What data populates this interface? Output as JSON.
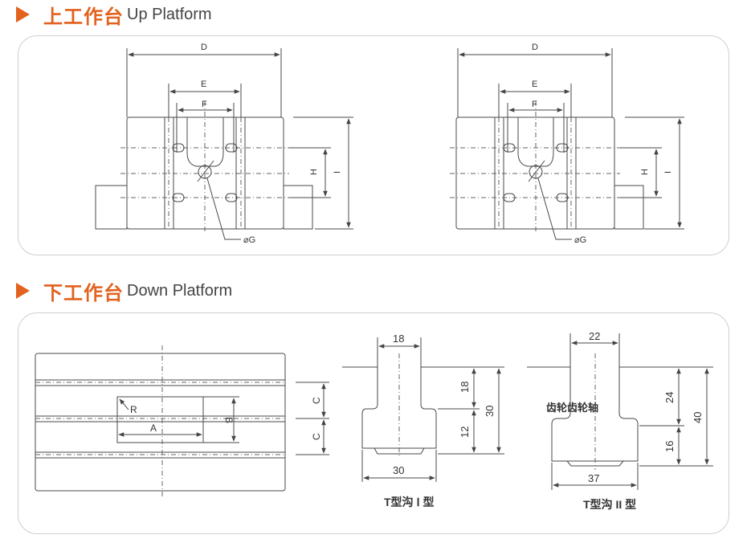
{
  "up": {
    "title_zh": "上工作台",
    "title_en": "Up Platform"
  },
  "down": {
    "title_zh": "下工作台",
    "title_en": "Down Platform"
  },
  "up_labels": {
    "D": "D",
    "E": "E",
    "F": "F",
    "H": "H",
    "I": "I",
    "G": "⌀G"
  },
  "down_labels": {
    "R": "R",
    "A": "A",
    "B": "B",
    "C": "C"
  },
  "slot1": {
    "top": "18",
    "depth_upper": "18",
    "depth_lower": "12",
    "height": "30",
    "bottom": "30",
    "caption": "T型沟 Ⅰ 型"
  },
  "slot2": {
    "top": "22",
    "depth_upper": "24",
    "depth_lower": "16",
    "height": "40",
    "bottom": "37",
    "note": "齿轮齿轮轴",
    "caption": "T型沟 II 型"
  },
  "colors": {
    "accent": "#e2621f",
    "line": "#4a4a4a"
  },
  "icons": {
    "section_marker": "triangle-right-icon"
  }
}
